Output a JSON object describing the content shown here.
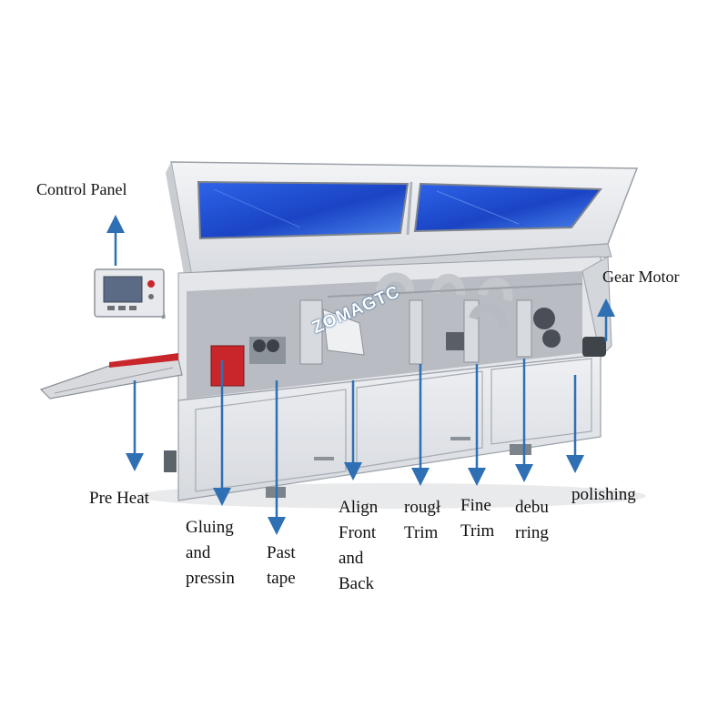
{
  "labels": {
    "control_panel": "Control Panel",
    "gear_motor": "Gear Motor",
    "pre_heat": "Pre Heat",
    "gluing": "Gluing\nand\npressin",
    "past_tape": "Past\ntape",
    "align": "Align\nFront\nand\nBack",
    "rough_trim": "rougł\nTrim",
    "fine_trim": "Fine\nTrim",
    "deburring": "debu\nrring",
    "polishing": "polishing"
  },
  "watermark": "ZOMAGTC",
  "colors": {
    "arrow": "#2f6fb3",
    "window_glass": "#1e4fd6",
    "frame": "#e6e8ec",
    "accent_red": "#c8262a"
  }
}
